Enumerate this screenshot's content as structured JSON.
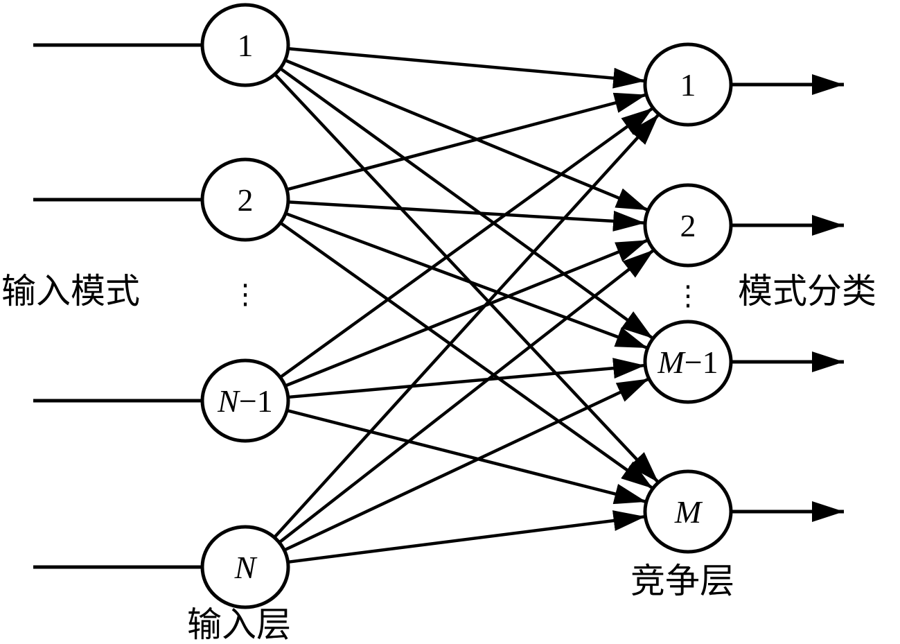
{
  "diagram": {
    "type": "neural-network",
    "description": "Competitive neural network: fully connected input layer to competition layer",
    "input_layer": {
      "label": "输入层",
      "side_label": "输入模式",
      "ellipsis": "⋮",
      "nodes": [
        {
          "id": "in1",
          "label": "1",
          "italic_prefix": ""
        },
        {
          "id": "in2",
          "label": "2",
          "italic_prefix": ""
        },
        {
          "id": "inN1",
          "label": "−1",
          "italic_prefix": "N"
        },
        {
          "id": "inN",
          "label": "",
          "italic_prefix": "N"
        }
      ]
    },
    "competition_layer": {
      "label": "竞争层",
      "side_label": "模式分类",
      "ellipsis": "⋮",
      "nodes": [
        {
          "id": "out1",
          "label": "1",
          "italic_prefix": ""
        },
        {
          "id": "out2",
          "label": "2",
          "italic_prefix": ""
        },
        {
          "id": "outM1",
          "label": "−1",
          "italic_prefix": "M"
        },
        {
          "id": "outM",
          "label": "",
          "italic_prefix": "M"
        }
      ]
    },
    "connections": "fully-connected",
    "colors": {
      "stroke": "#000000",
      "background": "#ffffff"
    }
  }
}
